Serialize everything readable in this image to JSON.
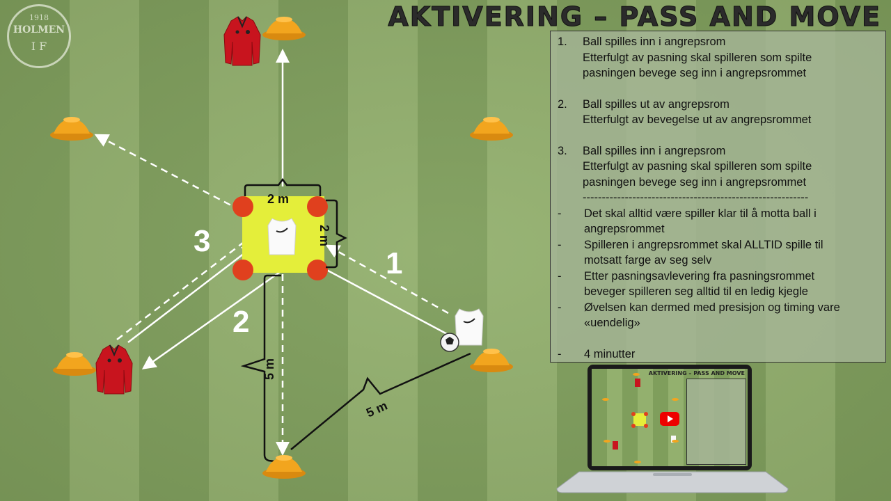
{
  "title": "AKTIVERING – PASS AND MOVE",
  "logo": {
    "year": "1918",
    "name": "HOLMEN",
    "letters": "I F"
  },
  "numbered": [
    {
      "num": "1.",
      "lines": [
        "Ball spilles inn i angrepsrom",
        "Etterfulgt av pasning skal spilleren som spilte",
        "pasningen bevege seg inn i angrepsrommet"
      ]
    },
    {
      "num": "2.",
      "lines": [
        "Ball spilles ut av angrepsrom",
        "Etterfulgt av bevegelse ut av angrepsrommet"
      ]
    },
    {
      "num": "3.",
      "lines": [
        "Ball spilles inn i angrepsrom",
        "Etterfulgt av pasning skal spilleren som spilte",
        "pasningen bevege seg inn i angrepsrommet"
      ]
    }
  ],
  "separator": "-----------------------------------------------------------",
  "bullets": [
    {
      "dash": "-",
      "lines": [
        "Det skal alltid være spiller klar til å motta ball i",
        "angrepsrommet"
      ]
    },
    {
      "dash": "-",
      "lines": [
        "Spilleren i angrepsrommet skal ALLTID spille til",
        "motsatt farge av seg selv"
      ]
    },
    {
      "dash": "-",
      "lines": [
        "Etter pasningsavlevering fra pasningsrommet",
        "beveger spilleren seg alltid til en ledig kjegle"
      ]
    },
    {
      "dash": "-",
      "lines": [
        "Øvelsen kan dermed med presisjon og timing vare",
        "«uendelig»"
      ]
    }
  ],
  "duration": {
    "dash": "-",
    "text": "4 minutter"
  },
  "labels": {
    "one": "1",
    "two": "2",
    "three": "3"
  },
  "dims": {
    "top": "2 m",
    "right": "2 m",
    "left": "5 m",
    "diag": "5 m"
  },
  "colors": {
    "cone": "#f0a020",
    "jacket": "#c8141e",
    "square": "#e4ee3a",
    "ball_red": "#e0401e"
  }
}
